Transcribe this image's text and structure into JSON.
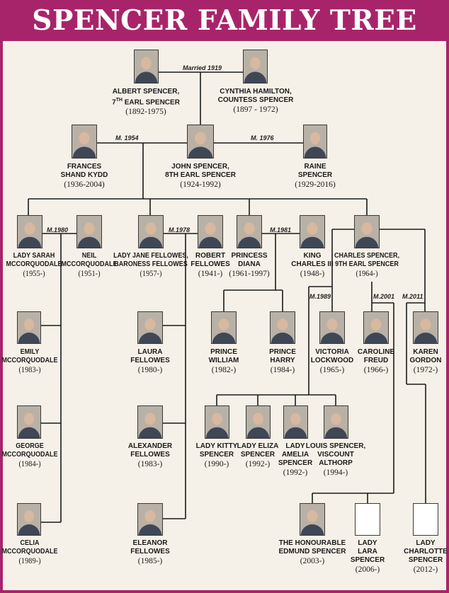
{
  "title": "SPENCER FAMILY TREE",
  "colors": {
    "frame": "#a8246a",
    "panel": "#f6f1e8",
    "line": "#1a1a1a"
  },
  "marriages": {
    "albert_cynthia": "Married 1919",
    "john_frances": "M. 1954",
    "john_raine": "M. 1976",
    "sarah_neil": "M.1980",
    "jane_robert": "M.1978",
    "diana_charles": "M.1981",
    "charles_victoria": "M.1989",
    "charles_caroline": "M.2001",
    "charles_karen": "M.2011"
  },
  "people": {
    "albert": {
      "name": "ALBERT SPENCER,",
      "title_pre": "7",
      "title_sup": "TH",
      "title_post": " EARL SPENCER",
      "years": "(1892-1975)"
    },
    "cynthia": {
      "name": "CYNTHIA HAMILTON,",
      "title": "COUNTESS SPENCER",
      "years": "(1897 - 1972)"
    },
    "frances": {
      "name": "FRANCES",
      "title": "SHAND KYDD",
      "years": "(1936-2004)"
    },
    "john": {
      "name": "JOHN SPENCER,",
      "title": "8TH EARL SPENCER",
      "years": "(1924-1992)"
    },
    "raine": {
      "name": "RAINE",
      "title": "SPENCER",
      "years": "(1929-2016)"
    },
    "sarah": {
      "name": "LADY SARAH",
      "title": "MCCORQUODALE",
      "years": "(1955-)"
    },
    "neil": {
      "name": "NEIL",
      "title": "MCCORQUODALE",
      "years": "(1951-)"
    },
    "jane": {
      "name": "LADY JANE FELLOWES,",
      "title": "BARONESS FELLOWES",
      "years": "(1957-)"
    },
    "robert": {
      "name": "ROBERT",
      "title": "FELLOWES",
      "years": "(1941-)"
    },
    "diana": {
      "name": "PRINCESS",
      "title": "DIANA",
      "years": "(1961-1997)"
    },
    "kingcharles": {
      "name": "KING",
      "title": "CHARLES III",
      "years": "(1948-)"
    },
    "charles": {
      "name": "CHARLES SPENCER,",
      "title": "9TH EARL SPENCER",
      "years": "(1964-)"
    },
    "emily": {
      "name": "EMILY",
      "title": "MCCORQUODALE",
      "years": "(1983-)"
    },
    "laura": {
      "name": "LAURA",
      "title": "FELLOWES",
      "years": "(1980-)"
    },
    "william": {
      "name": "PRINCE",
      "title": "WILLIAM",
      "years": "(1982-)"
    },
    "harry": {
      "name": "PRINCE",
      "title": "HARRY",
      "years": "(1984-)"
    },
    "victoria": {
      "name": "VICTORIA",
      "title": "LOCKWOOD",
      "years": "(1965-)"
    },
    "caroline": {
      "name": "CAROLINE",
      "title": "FREUD",
      "years": "(1966-)"
    },
    "karen": {
      "name": "KAREN",
      "title": "GORDON",
      "years": "(1972-)"
    },
    "george": {
      "name": "GEORGE",
      "title": "MCCORQUODALE",
      "years": "(1984-)"
    },
    "alexander": {
      "name": "ALEXANDER",
      "title": "FELLOWES",
      "years": "(1983-)"
    },
    "kitty": {
      "name": "LADY KITTY",
      "title": "SPENCER",
      "years": "(1990-)"
    },
    "eliza": {
      "name": "LADY ELIZA",
      "title": "SPENCER",
      "years": "(1992-)"
    },
    "amelia": {
      "name": "LADY",
      "title": "AMELIA",
      "title2": "SPENCER",
      "years": "(1992-)"
    },
    "louis": {
      "name": "LOUIS SPENCER,",
      "title": "VISCOUNT",
      "title2": "ALTHORP",
      "years": "(1994-)"
    },
    "celia": {
      "name": "CELIA",
      "title": "MCCORQUODALE",
      "years": "(1989-)"
    },
    "eleanor": {
      "name": "ELEANOR",
      "title": "FELLOWES",
      "years": "(1985-)"
    },
    "edmund": {
      "name": "THE HONOURABLE",
      "title": "EDMUND SPENCER",
      "years": "(2003-)"
    },
    "lara": {
      "name": "LADY",
      "title": "LARA",
      "title2": "SPENCER",
      "years": "(2006-)"
    },
    "charlotte": {
      "name": "LADY",
      "title": "CHARLOTTE",
      "title2": "SPENCER",
      "years": "(2012-)"
    }
  }
}
